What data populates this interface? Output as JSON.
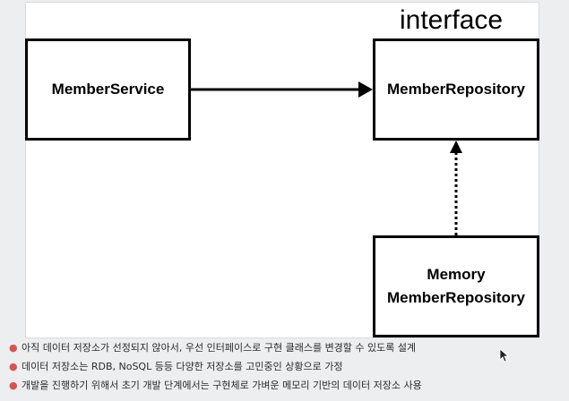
{
  "diagram": {
    "interface_label": "interface",
    "boxes": {
      "member_service": "MemberService",
      "member_repository": "MemberRepository",
      "memory_repo_line1": "Memory",
      "memory_repo_line2": "MemberRepository"
    }
  },
  "bullets": [
    "아직 데이터 저장소가 선정되지 않아서, 우선 인터페이스로 구현 클래스를 변경할 수 있도록 설계",
    "데이터 저장소는 RDB, NoSQL 등등 다양한 저장소를 고민중인 상황으로 가정",
    "개발을 진행하기 위해서 초기 개발 단계에서는 구현체로 가벼운 메모리 기반의 데이터 저장소 사용"
  ],
  "colors": {
    "bullet_dot": "#d9534f",
    "box_border": "#000000"
  }
}
